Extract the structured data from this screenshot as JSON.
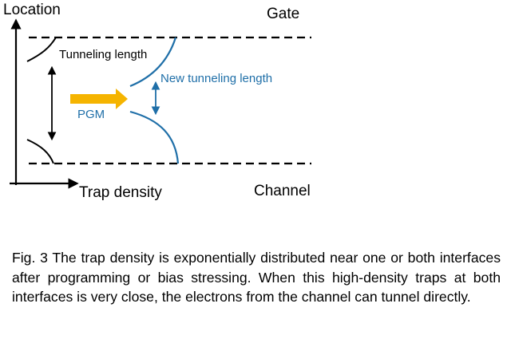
{
  "labels": {
    "y_axis": "Location",
    "x_axis": "Trap density",
    "gate": "Gate",
    "channel": "Channel",
    "tunneling_length": "Tunneling length",
    "new_tunneling_length": "New tunneling length",
    "pgm": "PGM"
  },
  "caption": "Fig. 3 The trap density is exponentially distributed near one or both interfaces after programming or bias stressing. When this high-density traps at both interfaces is very close, the electrons from the channel can tunnel directly.",
  "colors": {
    "ink": "#000000",
    "blue": "#1f6fa8",
    "arrow": "#f5b400"
  }
}
